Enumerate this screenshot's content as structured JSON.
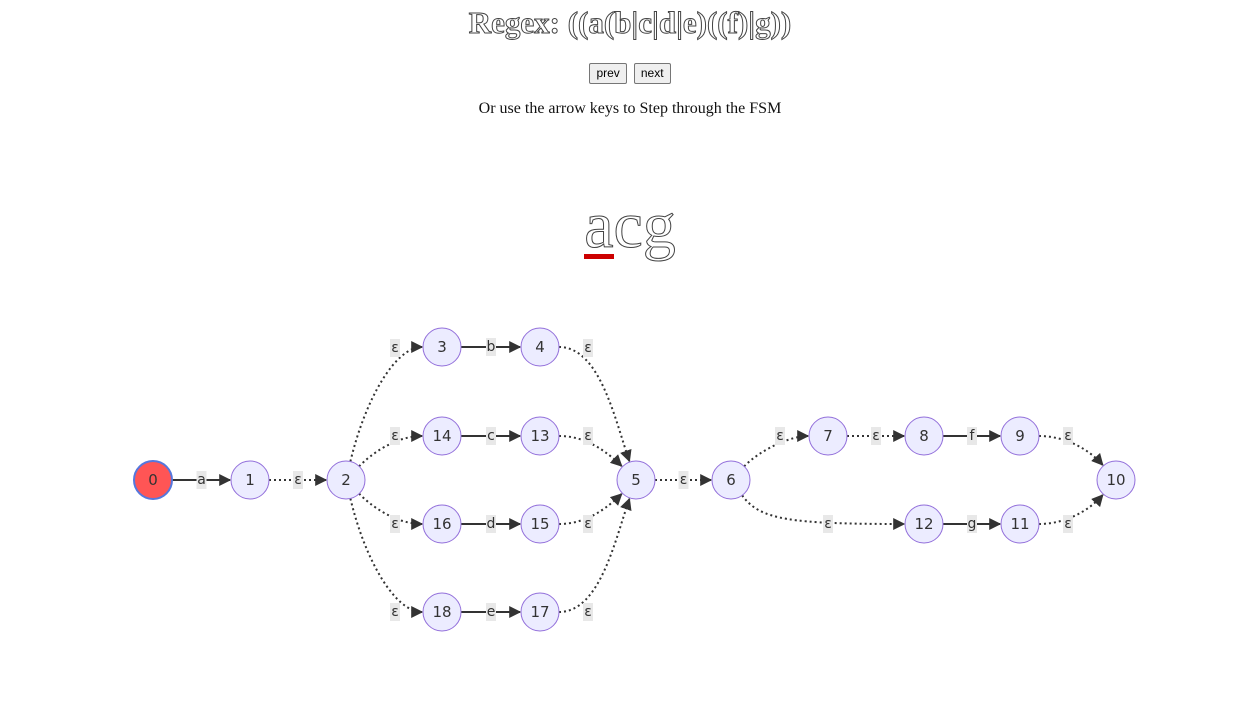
{
  "title": "Regex: ((a(b|c|d|e)((f)|g))",
  "controls": {
    "prev_label": "prev",
    "next_label": "next"
  },
  "instructions": "Or use the arrow keys to Step through the FSM",
  "input": {
    "chars": [
      "a",
      "c",
      "g"
    ],
    "current_index": 0
  },
  "colors": {
    "active_state": "#ff5555",
    "state_fill": "#ececff",
    "state_stroke": "#9370db",
    "current_char_marker": "#cc0000"
  },
  "fsm": {
    "active_state": "0",
    "states": [
      "0",
      "1",
      "2",
      "3",
      "4",
      "14",
      "13",
      "16",
      "15",
      "18",
      "17",
      "5",
      "6",
      "7",
      "8",
      "9",
      "12",
      "11",
      "10"
    ],
    "transitions": [
      {
        "from": "0",
        "to": "1",
        "label": "a"
      },
      {
        "from": "1",
        "to": "2",
        "label": "ε"
      },
      {
        "from": "2",
        "to": "3",
        "label": "ε"
      },
      {
        "from": "3",
        "to": "4",
        "label": "b"
      },
      {
        "from": "4",
        "to": "5",
        "label": "ε"
      },
      {
        "from": "2",
        "to": "14",
        "label": "ε"
      },
      {
        "from": "14",
        "to": "13",
        "label": "c"
      },
      {
        "from": "13",
        "to": "5",
        "label": "ε"
      },
      {
        "from": "2",
        "to": "16",
        "label": "ε"
      },
      {
        "from": "16",
        "to": "15",
        "label": "d"
      },
      {
        "from": "15",
        "to": "5",
        "label": "ε"
      },
      {
        "from": "2",
        "to": "18",
        "label": "ε"
      },
      {
        "from": "18",
        "to": "17",
        "label": "e"
      },
      {
        "from": "17",
        "to": "5",
        "label": "ε"
      },
      {
        "from": "5",
        "to": "6",
        "label": "ε"
      },
      {
        "from": "6",
        "to": "7",
        "label": "ε"
      },
      {
        "from": "7",
        "to": "8",
        "label": "ε"
      },
      {
        "from": "8",
        "to": "9",
        "label": "f"
      },
      {
        "from": "9",
        "to": "10",
        "label": "ε"
      },
      {
        "from": "6",
        "to": "12",
        "label": "ε"
      },
      {
        "from": "12",
        "to": "11",
        "label": "g"
      },
      {
        "from": "11",
        "to": "10",
        "label": "ε"
      }
    ]
  }
}
